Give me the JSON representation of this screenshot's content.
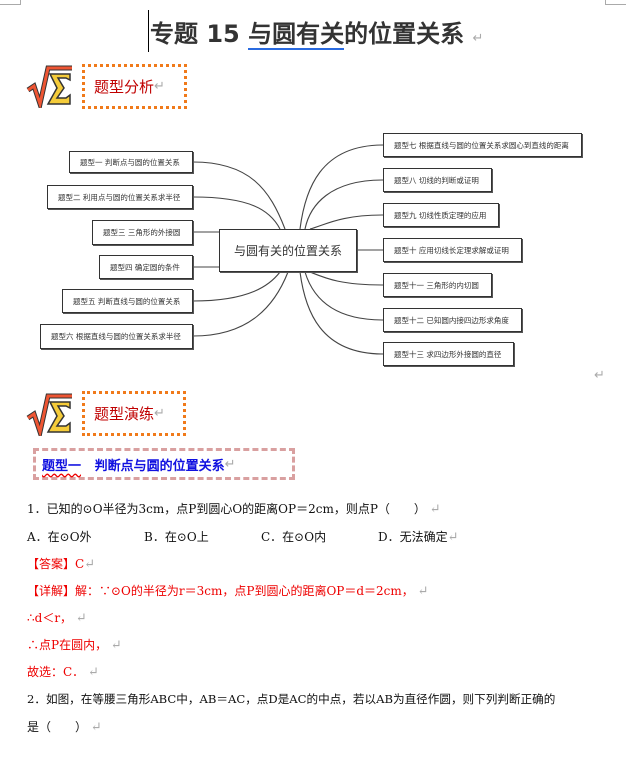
{
  "document": {
    "title_prefix": "专题 15  ",
    "title_underlined": "与圆有关",
    "title_suffix": "的位置关系",
    "return_mark": "↵"
  },
  "sections": {
    "analysis": "题型分析",
    "practice": "题型演练"
  },
  "mindmap": {
    "center": "与圆有关的位置关系",
    "left": [
      "题型一  判断点与圆的位置关系",
      "题型二  利用点与圆的位置关系求半径",
      "题型三  三角形的外接圆",
      "题型四  确定圆的条件",
      "题型五  判断直线与圆的位置关系",
      "题型六  根据直线与圆的位置关系求半径"
    ],
    "right": [
      "题型七  根据直线与圆的位置关系求圆心到直线的距离",
      "题型八  切线的判断或证明",
      "题型九  切线性质定理的应用",
      "题型十  应用切线长定理求解或证明",
      "题型十一  三角形的内切圆",
      "题型十二  已知圆内接四边形求角度",
      "题型十三  求四边形外接圆的直径"
    ]
  },
  "type1": {
    "label": "题型一",
    "title": "判断点与圆的位置关系"
  },
  "q1": {
    "stem": "1．已知的⊙O半径为3cm，点P到圆心O的距离OP＝2cm，则点P（　　）",
    "options": [
      "A．在⊙O外",
      "B．在⊙O上",
      "C．在⊙O内",
      "D．无法确定"
    ],
    "answer": "【答案】C",
    "detail": "【详解】解：∵⊙O的半径为r＝3cm，点P到圆心的距离OP＝d＝2cm，",
    "step1": "∴d＜r，",
    "step2": "∴点P在圆内，",
    "conclusion": "故选：C．"
  },
  "q2": {
    "stem_line1": "2．如图，在等腰三角形ABC中，AB＝AC，点D是AC的中点，若以AB为直径作圆，则下列判断正确的",
    "stem_line2": "是（　　）"
  }
}
